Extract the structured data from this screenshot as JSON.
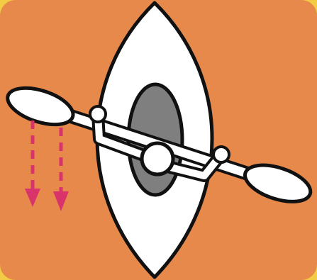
{
  "illustration": {
    "subject": "kayak-paddle-stroke-diagram",
    "colors": {
      "background_orange": "#e8894c",
      "corner_yellow": "#f2cc45",
      "outline_black": "#111111",
      "fill_white": "#ffffff",
      "cockpit_gray": "#7f7f7f",
      "arrow_magenta": "#d9336c"
    },
    "arrows": {
      "count": 2,
      "direction": "down",
      "style": "dashed"
    }
  }
}
